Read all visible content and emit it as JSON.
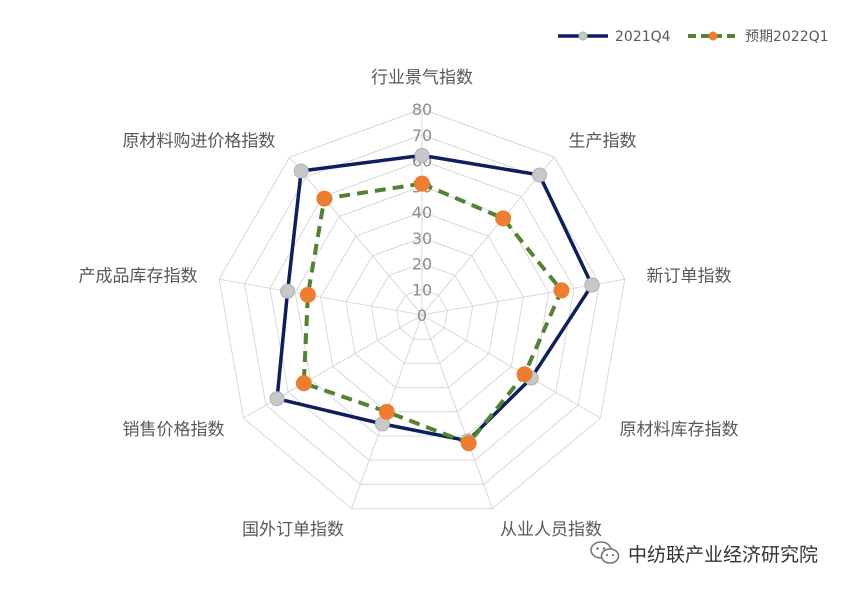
{
  "chart_data": {
    "type": "radar",
    "categories": [
      "行业景气指数",
      "生产指数",
      "新订单指数",
      "原材料库存指数",
      "从业人员指数",
      "国外订单指数",
      "销售价格指数",
      "产成品库存指数",
      "原材料购进价格指数"
    ],
    "series": [
      {
        "name": "2021Q4",
        "values": [
          62,
          71,
          67,
          49,
          52,
          45,
          65,
          53,
          73
        ],
        "color": "#0d1f5c",
        "line_style": "solid",
        "marker_color": "#c8c8c8"
      },
      {
        "name": "预期2022Q1",
        "values": [
          51,
          49,
          55,
          46,
          53,
          40,
          53,
          45,
          59
        ],
        "color": "#548235",
        "line_style": "dashed",
        "marker_color": "#ed7d31"
      }
    ],
    "rlim": [
      0,
      80
    ],
    "ticks": [
      0,
      10,
      20,
      30,
      40,
      50,
      60,
      70,
      80
    ],
    "tick_labels": [
      "0",
      "10",
      "20",
      "30",
      "40",
      "50",
      "60",
      "70",
      "80"
    ],
    "grid": true,
    "legend_position": "top-right"
  },
  "watermark": {
    "text": "中纺联产业经济研究院",
    "icon": "wechat-icon"
  }
}
